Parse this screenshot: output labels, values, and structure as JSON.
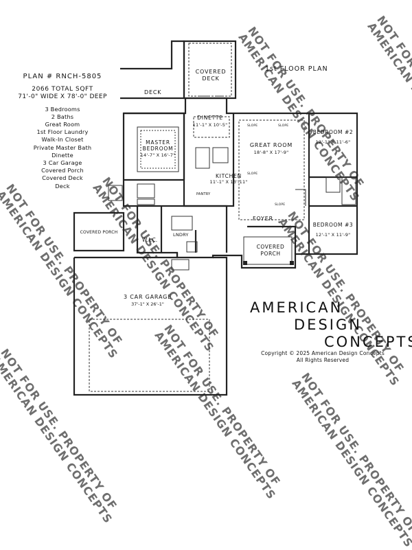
{
  "plan_info": {
    "plan_number": "PLAN # RNCH-5805",
    "total_sqft": "2066 TOTAL SQFT",
    "dimensions": "71'-0\" WIDE X 78'-0\" DEEP",
    "features": [
      "3 Bedrooms",
      "2 Baths",
      "Great Room",
      "1st Floor Laundry",
      "Walk-In Closet",
      "Private Master Bath",
      "Dinette",
      "3 Car Garage",
      "Covered Porch",
      "Covered Deck",
      "Deck"
    ]
  },
  "floor_label": "1st FLOOR PLAN",
  "rooms": {
    "covered_deck": "COVERED DECK",
    "deck": "DECK",
    "dinette": "DINETTE",
    "dinette_size": "11'-1\" X 10'-5\"",
    "master_bedroom": "MASTER BEDROOM",
    "master_size": "14'-7\" X 16'-7\"",
    "great_room": "GREAT ROOM",
    "great_size": "18'-8\" X 17'-9\"",
    "kitchen": "KITCHEN",
    "kitchen_size": "11'-1\" X 13'-11\"",
    "pantry": "PANTRY",
    "bedroom2": "BEDROOM #2",
    "bedroom2_size": "12'-1\" X 11'-6\"",
    "bedroom3": "BEDROOM #3",
    "bedroom3_size": "12'-1\" X 11'-9\"",
    "foyer": "FOYER",
    "covered_porch_front": "COVERED PORCH",
    "covered_porch_side": "COVERED PORCH",
    "wic": "W.I.C.",
    "laundry": "LNDRY",
    "garage": "3 CAR GARAGE",
    "garage_size": "37'-1\" X 26'-1\"",
    "slope": "SLOPE"
  },
  "brand": [
    "AMERICAN",
    "DESIGN",
    "CONCEPTS"
  ],
  "copyright": [
    "Copyright © 2025 American Design Concepts",
    "All Rights Reserved"
  ],
  "watermark": [
    "NOT FOR USE. PROPERTY OF",
    "AMERICAN DESIGN CONCEPTS"
  ]
}
